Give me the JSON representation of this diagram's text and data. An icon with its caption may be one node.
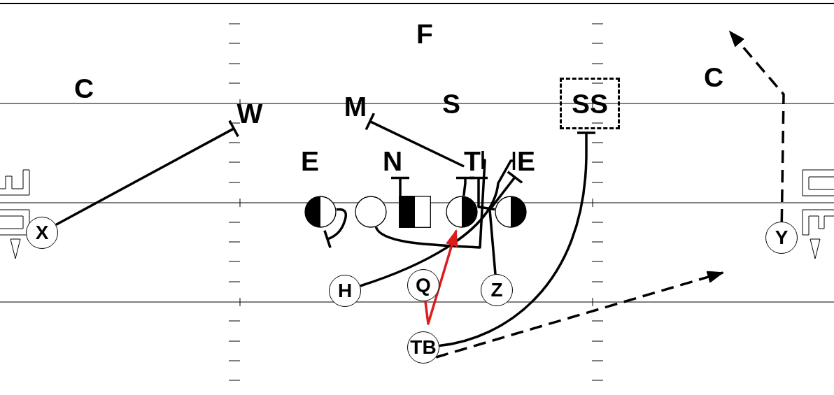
{
  "diagram": {
    "nodes": [
      {
        "text": [
          "F"
        ]
      },
      {
        "text": [
          "C"
        ]
      },
      {
        "text": [
          "W"
        ]
      },
      {
        "text": [
          "M"
        ]
      },
      {
        "text": [
          "S"
        ]
      },
      {
        "text": [
          "SS"
        ]
      },
      {
        "text": [
          "C"
        ]
      },
      {
        "text": [
          "E"
        ]
      },
      {
        "text": [
          "N"
        ]
      },
      {
        "text": [
          "T"
        ]
      },
      {
        "text": [
          "E"
        ]
      },
      {
        "text": [
          "X"
        ]
      },
      {
        "text": [],
        "shape": "circle"
      },
      {
        "text": [],
        "shape": "circle"
      },
      {
        "text": [],
        "shape": "box"
      },
      {
        "text": [],
        "shape": "circle"
      },
      {
        "text": [],
        "shape": "circle"
      },
      {
        "text": [
          "Y"
        ]
      },
      {
        "text": [
          "H"
        ]
      },
      {
        "text": [
          "Q"
        ]
      },
      {
        "text": [
          "Z"
        ]
      },
      {
        "text": [
          "TB"
        ]
      }
    ],
    "edges": [
      {
        "from": 11,
        "to": 2,
        "arrow": "other"
      },
      {
        "from": 12,
        "to": null,
        "arrow": "other"
      },
      {
        "from": 13,
        "to": 9,
        "arrow": "other"
      },
      {
        "from": 14,
        "to": 8,
        "arrow": "other"
      },
      {
        "from": 15,
        "to": 9,
        "arrow": "other"
      },
      {
        "from": 16,
        "to": 9,
        "arrow": "other"
      },
      {
        "from": 9,
        "to": 3,
        "arrow": "other"
      },
      {
        "from": 18,
        "to": 10,
        "arrow": "other"
      },
      {
        "from": 20,
        "to": 10,
        "arrow": "other"
      },
      {
        "from": 19,
        "to": 15,
        "arrow": "to",
        "color": "#dd1c1c"
      },
      {
        "from": 21,
        "to": 5,
        "arrow": "other"
      },
      {
        "from": 21,
        "to": null,
        "arrow": "to",
        "style": "dashed"
      },
      {
        "from": 17,
        "to": null,
        "arrow": "to",
        "style": "dashed"
      }
    ]
  }
}
